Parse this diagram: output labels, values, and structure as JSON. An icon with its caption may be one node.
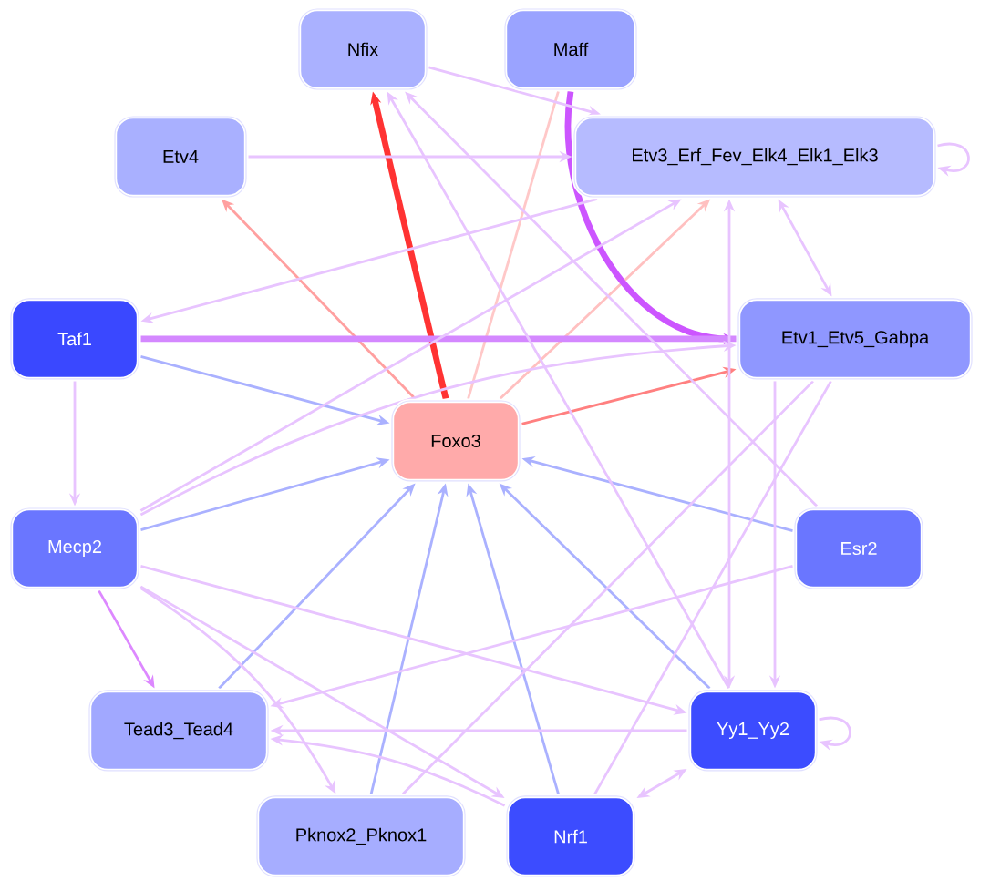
{
  "diagram": {
    "nodes": [
      {
        "text": [
          "Nfix"
        ]
      },
      {
        "text": [
          "Maff"
        ]
      },
      {
        "text": [
          "Etv4"
        ]
      },
      {
        "text": [
          "Etv3_Erf_Fev_Elk4_Elk1_Elk3"
        ]
      },
      {
        "text": [
          "Taf1"
        ]
      },
      {
        "text": [
          "Etv1_Etv5_Gabpa"
        ]
      },
      {
        "text": [
          "Foxo3"
        ]
      },
      {
        "text": [
          "Mecp2"
        ]
      },
      {
        "text": [
          "Esr2"
        ]
      },
      {
        "text": [
          "Tead3_Tead4"
        ]
      },
      {
        "text": [
          "Yy1_Yy2"
        ]
      },
      {
        "text": [
          "Pknox2_Pknox1"
        ]
      },
      {
        "text": [
          "Nrf1"
        ]
      }
    ],
    "edges": [
      {
        "from": 6,
        "to": 0,
        "arrow": "to",
        "style": "thick",
        "color": "#ff3333"
      },
      {
        "from": 6,
        "to": 2,
        "arrow": "to",
        "color": "#ffa0a0"
      },
      {
        "from": 6,
        "to": 5,
        "arrow": "to",
        "color": "#ff8080"
      },
      {
        "from": 6,
        "to": 3,
        "arrow": "to",
        "color": "#ffc0c0"
      },
      {
        "from": 6,
        "to": 1,
        "arrow": "none",
        "color": "#ffc8c8"
      },
      {
        "from": 4,
        "to": 6,
        "arrow": "to",
        "color": "#aab1ff"
      },
      {
        "from": 7,
        "to": 6,
        "arrow": "to",
        "color": "#aab1ff"
      },
      {
        "from": 9,
        "to": 6,
        "arrow": "to",
        "color": "#aab1ff"
      },
      {
        "from": 11,
        "to": 6,
        "arrow": "to",
        "color": "#aab1ff"
      },
      {
        "from": 12,
        "to": 6,
        "arrow": "to",
        "color": "#aab1ff"
      },
      {
        "from": 10,
        "to": 6,
        "arrow": "to",
        "color": "#aab1ff"
      },
      {
        "from": 8,
        "to": 6,
        "arrow": "to",
        "color": "#aab1ff"
      },
      {
        "from": 1,
        "to": 5,
        "arrow": "to",
        "style": "thick",
        "color": "#cc55ff"
      },
      {
        "from": 4,
        "to": 5,
        "arrow": "none",
        "style": "thick",
        "color": "#d488ff"
      },
      {
        "from": 3,
        "to": 4,
        "arrow": "to"
      },
      {
        "from": 2,
        "to": 3,
        "arrow": "to"
      },
      {
        "from": 0,
        "to": 3,
        "arrow": "to"
      },
      {
        "from": 3,
        "to": 3,
        "arrow": "to"
      },
      {
        "from": 3,
        "to": 5,
        "arrow": "both"
      },
      {
        "from": 4,
        "to": 7,
        "arrow": "to"
      },
      {
        "from": 7,
        "to": 9,
        "arrow": "to",
        "color": "#dd88ff"
      },
      {
        "from": 7,
        "to": 3,
        "arrow": "to"
      },
      {
        "from": 7,
        "to": 5,
        "arrow": "to"
      },
      {
        "from": 7,
        "to": 10,
        "arrow": "to"
      },
      {
        "from": 7,
        "to": 11,
        "arrow": "to"
      },
      {
        "from": 7,
        "to": 12,
        "arrow": "to"
      },
      {
        "from": 8,
        "to": 0,
        "arrow": "to"
      },
      {
        "from": 10,
        "to": 0,
        "arrow": "to"
      },
      {
        "from": 5,
        "to": 10,
        "arrow": "to"
      },
      {
        "from": 3,
        "to": 10,
        "arrow": "both"
      },
      {
        "from": 8,
        "to": 9,
        "arrow": "to"
      },
      {
        "from": 10,
        "to": 9,
        "arrow": "to"
      },
      {
        "from": 12,
        "to": 9,
        "arrow": "to"
      },
      {
        "from": 10,
        "to": 12,
        "arrow": "both"
      },
      {
        "from": 10,
        "to": 10,
        "arrow": "to"
      },
      {
        "from": 12,
        "to": 5,
        "arrow": "none"
      },
      {
        "from": 11,
        "to": 5,
        "arrow": "none"
      }
    ]
  }
}
